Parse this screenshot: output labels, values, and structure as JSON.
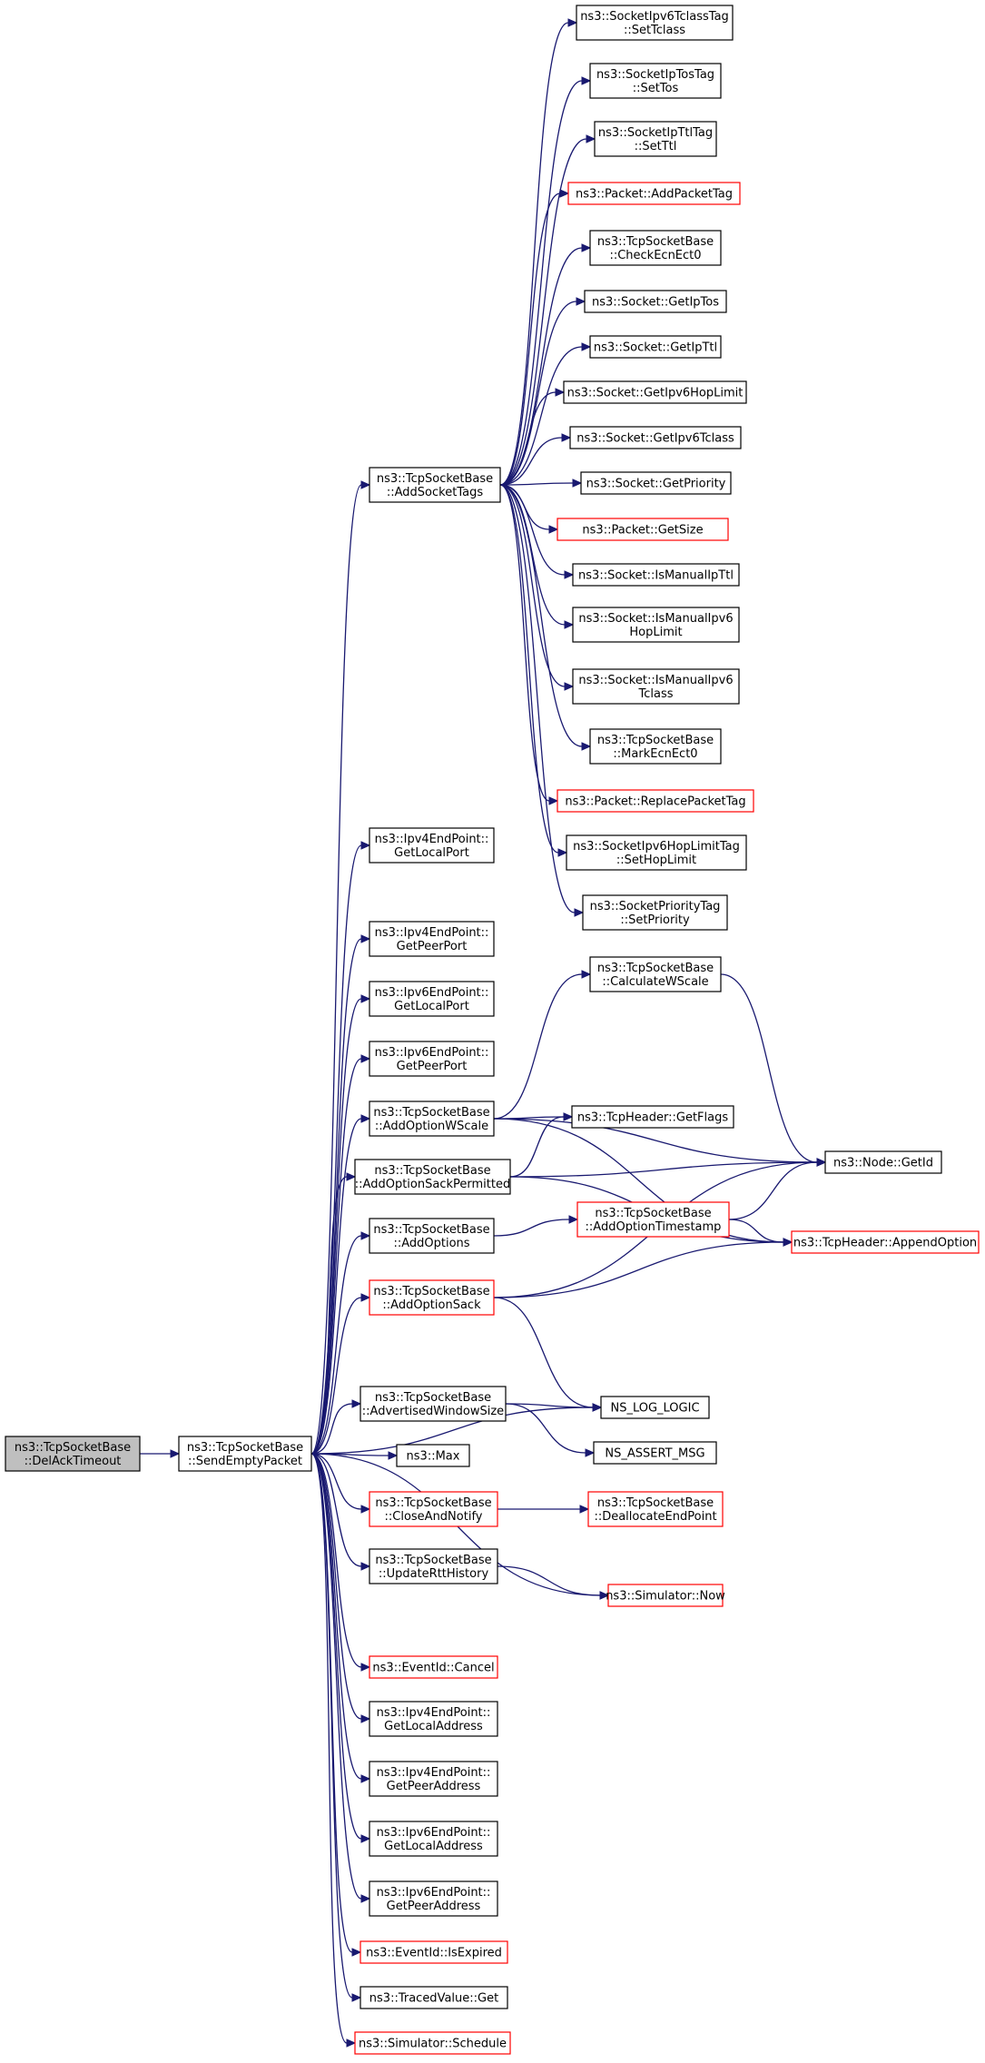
{
  "colors": {
    "edge": "#191970",
    "box_border": "#000000",
    "box_border_red": "#ff0000",
    "root_fill": "#bfbfbf",
    "box_fill": "#ffffff"
  },
  "nodes": [
    {
      "id": "root",
      "lines": [
        "ns3::TcpSocketBase",
        "::DelAckTimeout"
      ],
      "style": "root"
    },
    {
      "id": "sep",
      "lines": [
        "ns3::TcpSocketBase",
        "::SendEmptyPacket"
      ],
      "style": "black"
    },
    {
      "id": "ast",
      "lines": [
        "ns3::TcpSocketBase",
        "::AddSocketTags"
      ],
      "style": "black"
    },
    {
      "id": "stc",
      "lines": [
        "ns3::SocketIpv6TclassTag",
        "::SetTclass"
      ],
      "style": "black"
    },
    {
      "id": "sto",
      "lines": [
        "ns3::SocketIpTosTag",
        "::SetTos"
      ],
      "style": "black"
    },
    {
      "id": "stt",
      "lines": [
        "ns3::SocketIpTtlTag",
        "::SetTtl"
      ],
      "style": "black"
    },
    {
      "id": "apt",
      "lines": [
        "ns3::Packet::AddPacketTag"
      ],
      "style": "red"
    },
    {
      "id": "cee",
      "lines": [
        "ns3::TcpSocketBase",
        "::CheckEcnEct0"
      ],
      "style": "black"
    },
    {
      "id": "gtos",
      "lines": [
        "ns3::Socket::GetIpTos"
      ],
      "style": "black"
    },
    {
      "id": "gttl",
      "lines": [
        "ns3::Socket::GetIpTtl"
      ],
      "style": "black"
    },
    {
      "id": "ghop",
      "lines": [
        "ns3::Socket::GetIpv6HopLimit"
      ],
      "style": "black"
    },
    {
      "id": "gtcl",
      "lines": [
        "ns3::Socket::GetIpv6Tclass"
      ],
      "style": "black"
    },
    {
      "id": "gpri",
      "lines": [
        "ns3::Socket::GetPriority"
      ],
      "style": "black"
    },
    {
      "id": "gsz",
      "lines": [
        "ns3::Packet::GetSize"
      ],
      "style": "red"
    },
    {
      "id": "imttl",
      "lines": [
        "ns3::Socket::IsManualIpTtl"
      ],
      "style": "black"
    },
    {
      "id": "imhop",
      "lines": [
        "ns3::Socket::IsManualIpv6",
        "HopLimit"
      ],
      "style": "black"
    },
    {
      "id": "imtcl",
      "lines": [
        "ns3::Socket::IsManualIpv6",
        "Tclass"
      ],
      "style": "black"
    },
    {
      "id": "mee",
      "lines": [
        "ns3::TcpSocketBase",
        "::MarkEcnEct0"
      ],
      "style": "black"
    },
    {
      "id": "rpt",
      "lines": [
        "ns3::Packet::ReplacePacketTag"
      ],
      "style": "red"
    },
    {
      "id": "shl",
      "lines": [
        "ns3::SocketIpv6HopLimitTag",
        "::SetHopLimit"
      ],
      "style": "black"
    },
    {
      "id": "spr",
      "lines": [
        "ns3::SocketPriorityTag",
        "::SetPriority"
      ],
      "style": "black"
    },
    {
      "id": "i4lp",
      "lines": [
        "ns3::Ipv4EndPoint::",
        "GetLocalPort"
      ],
      "style": "black"
    },
    {
      "id": "i4pp",
      "lines": [
        "ns3::Ipv4EndPoint::",
        "GetPeerPort"
      ],
      "style": "black"
    },
    {
      "id": "i6lp",
      "lines": [
        "ns3::Ipv6EndPoint::",
        "GetLocalPort"
      ],
      "style": "black"
    },
    {
      "id": "i6pp",
      "lines": [
        "ns3::Ipv6EndPoint::",
        "GetPeerPort"
      ],
      "style": "black"
    },
    {
      "id": "calc",
      "lines": [
        "ns3::TcpSocketBase",
        "::CalculateWScale"
      ],
      "style": "black"
    },
    {
      "id": "aows",
      "lines": [
        "ns3::TcpSocketBase",
        "::AddOptionWScale"
      ],
      "style": "black"
    },
    {
      "id": "gfl",
      "lines": [
        "ns3::TcpHeader::GetFlags"
      ],
      "style": "black"
    },
    {
      "id": "aosp",
      "lines": [
        "ns3::TcpSocketBase",
        "::AddOptionSackPermitted"
      ],
      "style": "black"
    },
    {
      "id": "ngid",
      "lines": [
        "ns3::Node::GetId"
      ],
      "style": "black"
    },
    {
      "id": "aopt",
      "lines": [
        "ns3::TcpSocketBase",
        "::AddOptions"
      ],
      "style": "black"
    },
    {
      "id": "aots",
      "lines": [
        "ns3::TcpSocketBase",
        "::AddOptionTimestamp"
      ],
      "style": "red"
    },
    {
      "id": "apo",
      "lines": [
        "ns3::TcpHeader::AppendOption"
      ],
      "style": "red"
    },
    {
      "id": "aosk",
      "lines": [
        "ns3::TcpSocketBase",
        "::AddOptionSack"
      ],
      "style": "red"
    },
    {
      "id": "aws",
      "lines": [
        "ns3::TcpSocketBase",
        "::AdvertisedWindowSize"
      ],
      "style": "black"
    },
    {
      "id": "nll",
      "lines": [
        "NS_LOG_LOGIC"
      ],
      "style": "black"
    },
    {
      "id": "max",
      "lines": [
        "ns3::Max"
      ],
      "style": "black"
    },
    {
      "id": "nam",
      "lines": [
        "NS_ASSERT_MSG"
      ],
      "style": "black"
    },
    {
      "id": "can",
      "lines": [
        "ns3::TcpSocketBase",
        "::CloseAndNotify"
      ],
      "style": "red"
    },
    {
      "id": "dep",
      "lines": [
        "ns3::TcpSocketBase",
        "::DeallocateEndPoint"
      ],
      "style": "red"
    },
    {
      "id": "urh",
      "lines": [
        "ns3::TcpSocketBase",
        "::UpdateRttHistory"
      ],
      "style": "black"
    },
    {
      "id": "now",
      "lines": [
        "ns3::Simulator::Now"
      ],
      "style": "red"
    },
    {
      "id": "ecan",
      "lines": [
        "ns3::EventId::Cancel"
      ],
      "style": "red"
    },
    {
      "id": "i4la",
      "lines": [
        "ns3::Ipv4EndPoint::",
        "GetLocalAddress"
      ],
      "style": "black"
    },
    {
      "id": "i4pa",
      "lines": [
        "ns3::Ipv4EndPoint::",
        "GetPeerAddress"
      ],
      "style": "black"
    },
    {
      "id": "i6la",
      "lines": [
        "ns3::Ipv6EndPoint::",
        "GetLocalAddress"
      ],
      "style": "black"
    },
    {
      "id": "i6pa",
      "lines": [
        "ns3::Ipv6EndPoint::",
        "GetPeerAddress"
      ],
      "style": "black"
    },
    {
      "id": "iexp",
      "lines": [
        "ns3::EventId::IsExpired"
      ],
      "style": "red"
    },
    {
      "id": "tvg",
      "lines": [
        "ns3::TracedValue::Get"
      ],
      "style": "black"
    },
    {
      "id": "sch",
      "lines": [
        "ns3::Simulator::Schedule"
      ],
      "style": "red"
    }
  ],
  "edges": [
    [
      "root",
      "sep"
    ],
    [
      "sep",
      "ast"
    ],
    [
      "sep",
      "i4lp"
    ],
    [
      "sep",
      "i4pp"
    ],
    [
      "sep",
      "i6lp"
    ],
    [
      "sep",
      "i6pp"
    ],
    [
      "sep",
      "aows"
    ],
    [
      "sep",
      "aosp"
    ],
    [
      "sep",
      "aopt"
    ],
    [
      "sep",
      "aosk"
    ],
    [
      "sep",
      "nll"
    ],
    [
      "sep",
      "aws"
    ],
    [
      "sep",
      "max"
    ],
    [
      "sep",
      "can"
    ],
    [
      "sep",
      "urh"
    ],
    [
      "sep",
      "now"
    ],
    [
      "sep",
      "ecan"
    ],
    [
      "sep",
      "i4la"
    ],
    [
      "sep",
      "i4pa"
    ],
    [
      "sep",
      "i6la"
    ],
    [
      "sep",
      "i6pa"
    ],
    [
      "sep",
      "iexp"
    ],
    [
      "sep",
      "tvg"
    ],
    [
      "sep",
      "sch"
    ],
    [
      "ast",
      "stc"
    ],
    [
      "ast",
      "sto"
    ],
    [
      "ast",
      "stt"
    ],
    [
      "ast",
      "apt"
    ],
    [
      "ast",
      "cee"
    ],
    [
      "ast",
      "gtos"
    ],
    [
      "ast",
      "gttl"
    ],
    [
      "ast",
      "ghop"
    ],
    [
      "ast",
      "gtcl"
    ],
    [
      "ast",
      "gpri"
    ],
    [
      "ast",
      "gsz"
    ],
    [
      "ast",
      "imttl"
    ],
    [
      "ast",
      "imhop"
    ],
    [
      "ast",
      "imtcl"
    ],
    [
      "ast",
      "mee"
    ],
    [
      "ast",
      "rpt"
    ],
    [
      "ast",
      "shl"
    ],
    [
      "ast",
      "spr"
    ],
    [
      "aows",
      "calc"
    ],
    [
      "aows",
      "ngid"
    ],
    [
      "aows",
      "gfl"
    ],
    [
      "aows",
      "apo"
    ],
    [
      "calc",
      "ngid"
    ],
    [
      "aosp",
      "gfl"
    ],
    [
      "aosp",
      "ngid"
    ],
    [
      "aosp",
      "apo"
    ],
    [
      "aopt",
      "aots"
    ],
    [
      "aots",
      "ngid"
    ],
    [
      "aots",
      "apo"
    ],
    [
      "aosk",
      "ngid"
    ],
    [
      "aosk",
      "apo"
    ],
    [
      "aosk",
      "nll"
    ],
    [
      "aws",
      "nll"
    ],
    [
      "aws",
      "nam"
    ],
    [
      "can",
      "dep"
    ],
    [
      "urh",
      "now"
    ]
  ]
}
